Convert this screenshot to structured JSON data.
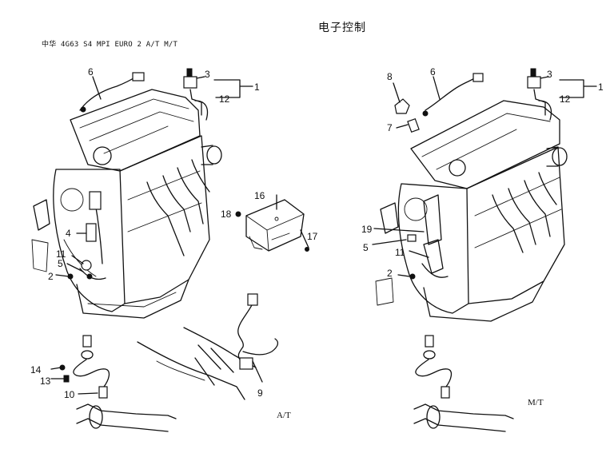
{
  "header": {
    "title": "电子控制",
    "subtitle": "中华 4G63 S4 MPI EURO 2 A/T M/T"
  },
  "variants": {
    "left": "A/T",
    "right": "M/T"
  },
  "callouts_left": {
    "c1": "1",
    "c2": "2",
    "c3": "3",
    "c4": "4",
    "c5": "5",
    "c6": "6",
    "c9": "9",
    "c10": "10",
    "c11": "11",
    "c12": "12",
    "c13": "13",
    "c14": "14",
    "c16": "16",
    "c17": "17",
    "c18": "18"
  },
  "callouts_right": {
    "c1": "1",
    "c2": "2",
    "c3": "3",
    "c5": "5",
    "c6": "6",
    "c7": "7",
    "c8": "8",
    "c11": "11",
    "c12": "12",
    "c19": "19"
  }
}
